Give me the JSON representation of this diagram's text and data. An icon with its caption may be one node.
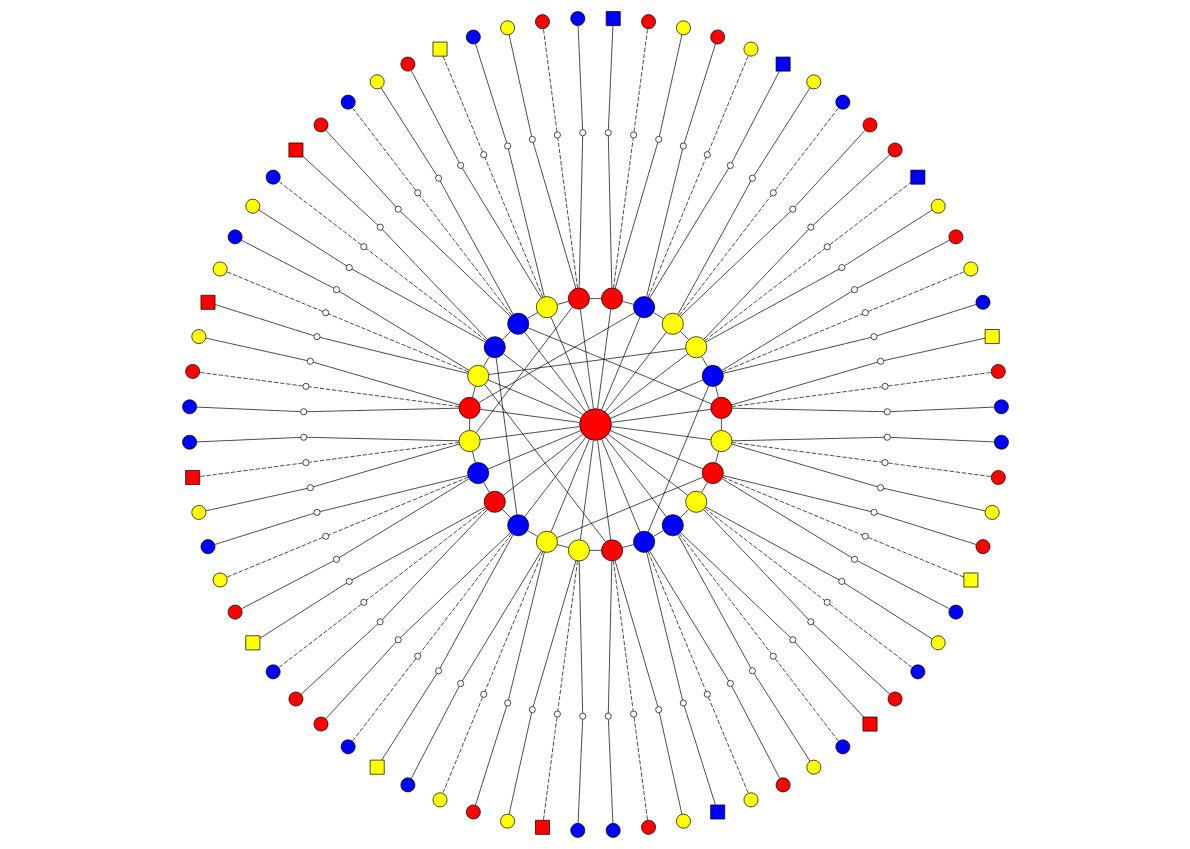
{
  "diagram": {
    "nodes": [
      {
        "text": [],
        "shape": "circle"
      },
      {
        "text": [],
        "shape": "circle"
      },
      {
        "text": [],
        "shape": "circle"
      },
      {
        "text": [],
        "shape": "circle"
      },
      {
        "text": [],
        "shape": "circle"
      },
      {
        "text": [],
        "shape": "circle"
      },
      {
        "text": [],
        "shape": "circle"
      },
      {
        "text": [],
        "shape": "circle"
      },
      {
        "text": [],
        "shape": "circle"
      },
      {
        "text": [],
        "shape": "circle"
      },
      {
        "text": [],
        "shape": "circle"
      },
      {
        "text": [],
        "shape": "circle"
      },
      {
        "text": [],
        "shape": "circle"
      },
      {
        "text": [],
        "shape": "circle"
      },
      {
        "text": [],
        "shape": "circle"
      },
      {
        "text": [],
        "shape": "circle"
      },
      {
        "text": [],
        "shape": "circle"
      },
      {
        "text": [],
        "shape": "circle"
      },
      {
        "text": [],
        "shape": "circle"
      },
      {
        "text": [],
        "shape": "circle"
      },
      {
        "text": [],
        "shape": "circle"
      },
      {
        "text": [],
        "shape": "circle"
      },
      {
        "text": [],
        "shape": "circle"
      },
      {
        "text": [],
        "shape": "circle"
      },
      {
        "text": [],
        "shape": "circle"
      },
      {
        "text": [],
        "shape": "circle"
      },
      {
        "text": [],
        "shape": "circle"
      },
      {
        "text": [],
        "shape": "circle"
      },
      {
        "text": [],
        "shape": "circle"
      },
      {
        "text": [],
        "shape": "circle"
      },
      {
        "text": [],
        "shape": "box"
      },
      {
        "text": [],
        "shape": "circle"
      },
      {
        "text": [],
        "shape": "circle"
      },
      {
        "text": [],
        "shape": "circle"
      },
      {
        "text": [],
        "shape": "circle"
      },
      {
        "text": [],
        "shape": "circle"
      },
      {
        "text": [],
        "shape": "circle"
      },
      {
        "text": [],
        "shape": "circle"
      },
      {
        "text": [],
        "shape": "circle"
      },
      {
        "text": [],
        "shape": "circle"
      },
      {
        "text": [],
        "shape": "box"
      },
      {
        "text": [],
        "shape": "circle"
      },
      {
        "text": [],
        "shape": "circle"
      },
      {
        "text": [],
        "shape": "circle"
      },
      {
        "text": [],
        "shape": "circle"
      },
      {
        "text": [],
        "shape": "circle"
      },
      {
        "text": [],
        "shape": "circle"
      },
      {
        "text": [],
        "shape": "circle"
      },
      {
        "text": [],
        "shape": "circle"
      },
      {
        "text": [],
        "shape": "circle"
      },
      {
        "text": [],
        "shape": "box"
      },
      {
        "text": [],
        "shape": "circle"
      },
      {
        "text": [],
        "shape": "circle"
      },
      {
        "text": [],
        "shape": "circle"
      },
      {
        "text": [],
        "shape": "circle"
      },
      {
        "text": [],
        "shape": "circle"
      },
      {
        "text": [],
        "shape": "circle"
      },
      {
        "text": [],
        "shape": "circle"
      },
      {
        "text": [],
        "shape": "circle"
      },
      {
        "text": [],
        "shape": "circle"
      },
      {
        "text": [],
        "shape": "box"
      },
      {
        "text": [],
        "shape": "circle"
      },
      {
        "text": [],
        "shape": "circle"
      },
      {
        "text": [],
        "shape": "circle"
      },
      {
        "text": [],
        "shape": "circle"
      },
      {
        "text": [],
        "shape": "circle"
      },
      {
        "text": [],
        "shape": "circle"
      },
      {
        "text": [],
        "shape": "circle"
      },
      {
        "text": [],
        "shape": "circle"
      },
      {
        "text": [],
        "shape": "circle"
      },
      {
        "text": [],
        "shape": "box"
      },
      {
        "text": [],
        "shape": "circle"
      },
      {
        "text": [],
        "shape": "circle"
      },
      {
        "text": [],
        "shape": "circle"
      },
      {
        "text": [],
        "shape": "circle"
      },
      {
        "text": [],
        "shape": "circle"
      },
      {
        "text": [],
        "shape": "circle"
      },
      {
        "text": [],
        "shape": "circle"
      },
      {
        "text": [],
        "shape": "circle"
      },
      {
        "text": [],
        "shape": "circle"
      },
      {
        "text": [],
        "shape": "box"
      },
      {
        "text": [],
        "shape": "circle"
      },
      {
        "text": [],
        "shape": "circle"
      },
      {
        "text": [],
        "shape": "circle"
      },
      {
        "text": [],
        "shape": "circle"
      },
      {
        "text": [],
        "shape": "circle"
      },
      {
        "text": [],
        "shape": "circle"
      },
      {
        "text": [],
        "shape": "circle"
      },
      {
        "text": [],
        "shape": "circle"
      },
      {
        "text": [],
        "shape": "circle"
      },
      {
        "text": [],
        "shape": "box"
      },
      {
        "text": [],
        "shape": "circle"
      },
      {
        "text": [],
        "shape": "circle"
      },
      {
        "text": [],
        "shape": "circle"
      },
      {
        "text": [],
        "shape": "circle"
      },
      {
        "text": [],
        "shape": "circle"
      },
      {
        "text": [],
        "shape": "circle"
      },
      {
        "text": [],
        "shape": "circle"
      },
      {
        "text": [],
        "shape": "circle"
      },
      {
        "text": [],
        "shape": "circle"
      },
      {
        "text": [],
        "shape": "box"
      },
      {
        "text": [],
        "shape": "circle"
      },
      {
        "text": [],
        "shape": "circle"
      },
      {
        "text": [],
        "shape": "circle"
      },
      {
        "text": [],
        "shape": "circle"
      },
      {
        "text": [],
        "shape": "circle"
      },
      {
        "text": [],
        "shape": "circle"
      },
      {
        "text": [],
        "shape": "circle"
      },
      {
        "text": [],
        "shape": "circle"
      },
      {
        "text": [],
        "shape": "circle"
      },
      {
        "text": [],
        "shape": "box"
      },
      {
        "text": [],
        "shape": "circle"
      },
      {
        "text": [],
        "shape": "circle"
      },
      {
        "text": [],
        "shape": "circle"
      },
      {
        "text": [],
        "shape": "circle"
      },
      {
        "text": [],
        "shape": "circle"
      },
      {
        "text": [],
        "shape": "circle"
      },
      {
        "text": [],
        "shape": "circle"
      },
      {
        "text": [],
        "shape": "circle"
      },
      {
        "text": [],
        "shape": "circle"
      },
      {
        "text": [],
        "shape": "box"
      },
      {
        "text": [],
        "shape": "circle"
      },
      {
        "text": [],
        "shape": "circle"
      },
      {
        "text": [],
        "shape": "circle"
      },
      {
        "text": [],
        "shape": "circle"
      },
      {
        "text": [],
        "shape": "circle"
      },
      {
        "text": [],
        "shape": "circle"
      },
      {
        "text": [],
        "shape": "circle"
      },
      {
        "text": [],
        "shape": "circle"
      },
      {
        "text": [],
        "shape": "circle"
      },
      {
        "text": [],
        "shape": "box"
      },
      {
        "text": [],
        "shape": "circle"
      },
      {
        "text": [],
        "shape": "circle"
      },
      {
        "text": [],
        "shape": "circle"
      },
      {
        "text": [],
        "shape": "circle"
      },
      {
        "text": [],
        "shape": "circle"
      },
      {
        "text": [],
        "shape": "circle"
      },
      {
        "text": [],
        "shape": "circle"
      },
      {
        "text": [],
        "shape": "circle"
      },
      {
        "text": [],
        "shape": "circle"
      },
      {
        "text": [],
        "shape": "box"
      },
      {
        "text": [],
        "shape": "circle"
      },
      {
        "text": [],
        "shape": "circle"
      },
      {
        "text": [],
        "shape": "circle"
      },
      {
        "text": [],
        "shape": "circle"
      },
      {
        "text": [],
        "shape": "circle"
      },
      {
        "text": [],
        "shape": "circle"
      },
      {
        "text": [],
        "shape": "circle"
      },
      {
        "text": [],
        "shape": "circle"
      },
      {
        "text": [],
        "shape": "circle"
      },
      {
        "text": [],
        "shape": "box"
      },
      {
        "text": [],
        "shape": "circle"
      },
      {
        "text": [],
        "shape": "circle"
      },
      {
        "text": [],
        "shape": "circle"
      },
      {
        "text": [],
        "shape": "circle"
      },
      {
        "text": [],
        "shape": "circle"
      },
      {
        "text": [],
        "shape": "circle"
      },
      {
        "text": [],
        "shape": "circle"
      },
      {
        "text": [],
        "shape": "circle"
      },
      {
        "text": [],
        "shape": "circle"
      },
      {
        "text": [],
        "shape": "box"
      },
      {
        "text": [],
        "shape": "circle"
      },
      {
        "text": [],
        "shape": "circle"
      },
      {
        "text": [],
        "shape": "circle"
      },
      {
        "text": [],
        "shape": "circle"
      },
      {
        "text": [],
        "shape": "circle"
      },
      {
        "text": [],
        "shape": "circle"
      },
      {
        "text": [],
        "shape": "circle"
      },
      {
        "text": [],
        "shape": "circle"
      }
    ],
    "edges": [
      {
        "from": 0,
        "to": 1,
        "arrow": "none"
      },
      {
        "from": 0,
        "to": 2,
        "arrow": "none"
      },
      {
        "from": 0,
        "to": 3,
        "arrow": "none"
      },
      {
        "from": 0,
        "to": 4,
        "arrow": "none"
      },
      {
        "from": 0,
        "to": 5,
        "arrow": "none"
      },
      {
        "from": 0,
        "to": 6,
        "arrow": "none"
      },
      {
        "from": 0,
        "to": 7,
        "arrow": "none"
      },
      {
        "from": 0,
        "to": 8,
        "arrow": "none"
      },
      {
        "from": 0,
        "to": 9,
        "arrow": "none"
      },
      {
        "from": 0,
        "to": 10,
        "arrow": "none"
      },
      {
        "from": 0,
        "to": 11,
        "arrow": "none"
      },
      {
        "from": 0,
        "to": 12,
        "arrow": "none"
      },
      {
        "from": 0,
        "to": 13,
        "arrow": "none"
      },
      {
        "from": 0,
        "to": 14,
        "arrow": "none"
      },
      {
        "from": 0,
        "to": 15,
        "arrow": "none"
      },
      {
        "from": 0,
        "to": 16,
        "arrow": "none"
      },
      {
        "from": 0,
        "to": 17,
        "arrow": "none"
      },
      {
        "from": 0,
        "to": 18,
        "arrow": "none"
      },
      {
        "from": 0,
        "to": 19,
        "arrow": "none"
      },
      {
        "from": 0,
        "to": 20,
        "arrow": "none"
      },
      {
        "from": 0,
        "to": 21,
        "arrow": "none"
      },
      {
        "from": 0,
        "to": 22,
        "arrow": "none"
      },
      {
        "from": 0,
        "to": 23,
        "arrow": "none"
      },
      {
        "from": 0,
        "to": 24,
        "arrow": "none"
      },
      {
        "from": 1,
        "to": 2,
        "arrow": "none"
      },
      {
        "from": 2,
        "to": 3,
        "arrow": "none"
      },
      {
        "from": 3,
        "to": 4,
        "arrow": "none"
      },
      {
        "from": 4,
        "to": 5,
        "arrow": "none"
      },
      {
        "from": 5,
        "to": 6,
        "arrow": "none"
      },
      {
        "from": 6,
        "to": 7,
        "arrow": "none"
      },
      {
        "from": 7,
        "to": 8,
        "arrow": "none"
      },
      {
        "from": 8,
        "to": 9,
        "arrow": "none"
      },
      {
        "from": 9,
        "to": 10,
        "arrow": "none"
      },
      {
        "from": 10,
        "to": 11,
        "arrow": "none"
      },
      {
        "from": 11,
        "to": 12,
        "arrow": "none"
      },
      {
        "from": 12,
        "to": 13,
        "arrow": "none"
      },
      {
        "from": 13,
        "to": 14,
        "arrow": "none"
      },
      {
        "from": 14,
        "to": 15,
        "arrow": "none"
      },
      {
        "from": 15,
        "to": 16,
        "arrow": "none"
      },
      {
        "from": 16,
        "to": 17,
        "arrow": "none"
      },
      {
        "from": 17,
        "to": 18,
        "arrow": "none"
      },
      {
        "from": 18,
        "to": 19,
        "arrow": "none"
      },
      {
        "from": 19,
        "to": 20,
        "arrow": "none"
      },
      {
        "from": 20,
        "to": 21,
        "arrow": "none"
      },
      {
        "from": 21,
        "to": 22,
        "arrow": "none"
      },
      {
        "from": 22,
        "to": 23,
        "arrow": "none"
      },
      {
        "from": 23,
        "to": 24,
        "arrow": "none"
      },
      {
        "from": 24,
        "to": 1,
        "arrow": "none"
      },
      {
        "from": 1,
        "to": 9,
        "arrow": "none"
      },
      {
        "from": 3,
        "to": 11,
        "arrow": "none"
      },
      {
        "from": 5,
        "to": 12,
        "arrow": "none"
      },
      {
        "from": 7,
        "to": 13,
        "arrow": "none"
      },
      {
        "from": 11,
        "to": 19,
        "arrow": "none"
      },
      {
        "from": 17,
        "to": 23,
        "arrow": "none"
      },
      {
        "from": 2,
        "to": 20,
        "arrow": "none"
      },
      {
        "from": 10,
        "to": 16,
        "arrow": "none"
      },
      {
        "from": 1,
        "to": 25,
        "arrow": "none"
      },
      {
        "from": 25,
        "to": 26,
        "arrow": "none"
      },
      {
        "from": 1,
        "to": 27,
        "arrow": "none",
        "style": "dashed"
      },
      {
        "from": 27,
        "to": 28,
        "arrow": "none",
        "style": "dashed"
      },
      {
        "from": 1,
        "to": 29,
        "arrow": "none"
      },
      {
        "from": 29,
        "to": 30,
        "arrow": "none"
      },
      {
        "from": 2,
        "to": 31,
        "arrow": "none"
      },
      {
        "from": 31,
        "to": 32,
        "arrow": "none"
      },
      {
        "from": 2,
        "to": 33,
        "arrow": "none",
        "style": "dashed"
      },
      {
        "from": 33,
        "to": 34,
        "arrow": "none",
        "style": "dashed"
      },
      {
        "from": 2,
        "to": 35,
        "arrow": "none"
      },
      {
        "from": 35,
        "to": 36,
        "arrow": "none"
      },
      {
        "from": 3,
        "to": 37,
        "arrow": "none"
      },
      {
        "from": 37,
        "to": 38,
        "arrow": "none"
      },
      {
        "from": 3,
        "to": 39,
        "arrow": "none",
        "style": "dashed"
      },
      {
        "from": 39,
        "to": 40,
        "arrow": "none",
        "style": "dashed"
      },
      {
        "from": 3,
        "to": 41,
        "arrow": "none"
      },
      {
        "from": 41,
        "to": 42,
        "arrow": "none"
      },
      {
        "from": 4,
        "to": 43,
        "arrow": "none"
      },
      {
        "from": 43,
        "to": 44,
        "arrow": "none"
      },
      {
        "from": 4,
        "to": 45,
        "arrow": "none",
        "style": "dashed"
      },
      {
        "from": 45,
        "to": 46,
        "arrow": "none",
        "style": "dashed"
      },
      {
        "from": 4,
        "to": 47,
        "arrow": "none"
      },
      {
        "from": 47,
        "to": 48,
        "arrow": "none"
      },
      {
        "from": 5,
        "to": 49,
        "arrow": "none"
      },
      {
        "from": 49,
        "to": 50,
        "arrow": "none"
      },
      {
        "from": 5,
        "to": 51,
        "arrow": "none",
        "style": "dashed"
      },
      {
        "from": 51,
        "to": 52,
        "arrow": "none",
        "style": "dashed"
      },
      {
        "from": 5,
        "to": 53,
        "arrow": "none"
      },
      {
        "from": 53,
        "to": 54,
        "arrow": "none"
      },
      {
        "from": 6,
        "to": 55,
        "arrow": "none"
      },
      {
        "from": 55,
        "to": 56,
        "arrow": "none"
      },
      {
        "from": 6,
        "to": 57,
        "arrow": "none",
        "style": "dashed"
      },
      {
        "from": 57,
        "to": 58,
        "arrow": "none",
        "style": "dashed"
      },
      {
        "from": 6,
        "to": 59,
        "arrow": "none"
      },
      {
        "from": 59,
        "to": 60,
        "arrow": "none"
      },
      {
        "from": 7,
        "to": 61,
        "arrow": "none"
      },
      {
        "from": 61,
        "to": 62,
        "arrow": "none"
      },
      {
        "from": 7,
        "to": 63,
        "arrow": "none",
        "style": "dashed"
      },
      {
        "from": 63,
        "to": 64,
        "arrow": "none",
        "style": "dashed"
      },
      {
        "from": 7,
        "to": 65,
        "arrow": "none"
      },
      {
        "from": 65,
        "to": 66,
        "arrow": "none"
      },
      {
        "from": 8,
        "to": 67,
        "arrow": "none"
      },
      {
        "from": 67,
        "to": 68,
        "arrow": "none"
      },
      {
        "from": 8,
        "to": 69,
        "arrow": "none",
        "style": "dashed"
      },
      {
        "from": 69,
        "to": 70,
        "arrow": "none",
        "style": "dashed"
      },
      {
        "from": 8,
        "to": 71,
        "arrow": "none"
      },
      {
        "from": 71,
        "to": 72,
        "arrow": "none"
      },
      {
        "from": 9,
        "to": 73,
        "arrow": "none"
      },
      {
        "from": 73,
        "to": 74,
        "arrow": "none"
      },
      {
        "from": 9,
        "to": 75,
        "arrow": "none",
        "style": "dashed"
      },
      {
        "from": 75,
        "to": 76,
        "arrow": "none",
        "style": "dashed"
      },
      {
        "from": 9,
        "to": 77,
        "arrow": "none"
      },
      {
        "from": 77,
        "to": 78,
        "arrow": "none"
      },
      {
        "from": 10,
        "to": 79,
        "arrow": "none"
      },
      {
        "from": 79,
        "to": 80,
        "arrow": "none"
      },
      {
        "from": 10,
        "to": 81,
        "arrow": "none",
        "style": "dashed"
      },
      {
        "from": 81,
        "to": 82,
        "arrow": "none",
        "style": "dashed"
      },
      {
        "from": 10,
        "to": 83,
        "arrow": "none"
      },
      {
        "from": 83,
        "to": 84,
        "arrow": "none"
      },
      {
        "from": 11,
        "to": 85,
        "arrow": "none"
      },
      {
        "from": 85,
        "to": 86,
        "arrow": "none"
      },
      {
        "from": 11,
        "to": 87,
        "arrow": "none",
        "style": "dashed"
      },
      {
        "from": 87,
        "to": 88,
        "arrow": "none",
        "style": "dashed"
      },
      {
        "from": 11,
        "to": 89,
        "arrow": "none"
      },
      {
        "from": 89,
        "to": 90,
        "arrow": "none"
      },
      {
        "from": 12,
        "to": 91,
        "arrow": "none"
      },
      {
        "from": 91,
        "to": 92,
        "arrow": "none"
      },
      {
        "from": 12,
        "to": 93,
        "arrow": "none",
        "style": "dashed"
      },
      {
        "from": 93,
        "to": 94,
        "arrow": "none",
        "style": "dashed"
      },
      {
        "from": 12,
        "to": 95,
        "arrow": "none"
      },
      {
        "from": 95,
        "to": 96,
        "arrow": "none"
      },
      {
        "from": 13,
        "to": 97,
        "arrow": "none"
      },
      {
        "from": 97,
        "to": 98,
        "arrow": "none"
      },
      {
        "from": 13,
        "to": 99,
        "arrow": "none",
        "style": "dashed"
      },
      {
        "from": 99,
        "to": 100,
        "arrow": "none",
        "style": "dashed"
      },
      {
        "from": 13,
        "to": 101,
        "arrow": "none"
      },
      {
        "from": 101,
        "to": 102,
        "arrow": "none"
      },
      {
        "from": 14,
        "to": 103,
        "arrow": "none"
      },
      {
        "from": 103,
        "to": 104,
        "arrow": "none"
      },
      {
        "from": 14,
        "to": 105,
        "arrow": "none",
        "style": "dashed"
      },
      {
        "from": 105,
        "to": 106,
        "arrow": "none",
        "style": "dashed"
      },
      {
        "from": 14,
        "to": 107,
        "arrow": "none"
      },
      {
        "from": 107,
        "to": 108,
        "arrow": "none"
      },
      {
        "from": 15,
        "to": 109,
        "arrow": "none"
      },
      {
        "from": 109,
        "to": 110,
        "arrow": "none"
      },
      {
        "from": 15,
        "to": 111,
        "arrow": "none",
        "style": "dashed"
      },
      {
        "from": 111,
        "to": 112,
        "arrow": "none",
        "style": "dashed"
      },
      {
        "from": 15,
        "to": 113,
        "arrow": "none"
      },
      {
        "from": 113,
        "to": 114,
        "arrow": "none"
      },
      {
        "from": 16,
        "to": 115,
        "arrow": "none"
      },
      {
        "from": 115,
        "to": 116,
        "arrow": "none"
      },
      {
        "from": 16,
        "to": 117,
        "arrow": "none",
        "style": "dashed"
      },
      {
        "from": 117,
        "to": 118,
        "arrow": "none",
        "style": "dashed"
      },
      {
        "from": 16,
        "to": 119,
        "arrow": "none"
      },
      {
        "from": 119,
        "to": 120,
        "arrow": "none"
      },
      {
        "from": 17,
        "to": 121,
        "arrow": "none"
      },
      {
        "from": 121,
        "to": 122,
        "arrow": "none"
      },
      {
        "from": 17,
        "to": 123,
        "arrow": "none",
        "style": "dashed"
      },
      {
        "from": 123,
        "to": 124,
        "arrow": "none",
        "style": "dashed"
      },
      {
        "from": 17,
        "to": 125,
        "arrow": "none"
      },
      {
        "from": 125,
        "to": 126,
        "arrow": "none"
      },
      {
        "from": 18,
        "to": 127,
        "arrow": "none"
      },
      {
        "from": 127,
        "to": 128,
        "arrow": "none"
      },
      {
        "from": 18,
        "to": 129,
        "arrow": "none",
        "style": "dashed"
      },
      {
        "from": 129,
        "to": 130,
        "arrow": "none",
        "style": "dashed"
      },
      {
        "from": 18,
        "to": 131,
        "arrow": "none"
      },
      {
        "from": 131,
        "to": 132,
        "arrow": "none"
      },
      {
        "from": 19,
        "to": 133,
        "arrow": "none"
      },
      {
        "from": 133,
        "to": 134,
        "arrow": "none"
      },
      {
        "from": 19,
        "to": 135,
        "arrow": "none",
        "style": "dashed"
      },
      {
        "from": 135,
        "to": 136,
        "arrow": "none",
        "style": "dashed"
      },
      {
        "from": 19,
        "to": 137,
        "arrow": "none"
      },
      {
        "from": 137,
        "to": 138,
        "arrow": "none"
      },
      {
        "from": 20,
        "to": 139,
        "arrow": "none"
      },
      {
        "from": 139,
        "to": 140,
        "arrow": "none"
      },
      {
        "from": 20,
        "to": 141,
        "arrow": "none",
        "style": "dashed"
      },
      {
        "from": 141,
        "to": 142,
        "arrow": "none",
        "style": "dashed"
      },
      {
        "from": 20,
        "to": 143,
        "arrow": "none"
      },
      {
        "from": 143,
        "to": 144,
        "arrow": "none"
      },
      {
        "from": 21,
        "to": 145,
        "arrow": "none"
      },
      {
        "from": 145,
        "to": 146,
        "arrow": "none"
      },
      {
        "from": 21,
        "to": 147,
        "arrow": "none",
        "style": "dashed"
      },
      {
        "from": 147,
        "to": 148,
        "arrow": "none",
        "style": "dashed"
      },
      {
        "from": 21,
        "to": 149,
        "arrow": "none"
      },
      {
        "from": 149,
        "to": 150,
        "arrow": "none"
      },
      {
        "from": 22,
        "to": 151,
        "arrow": "none"
      },
      {
        "from": 151,
        "to": 152,
        "arrow": "none"
      },
      {
        "from": 22,
        "to": 153,
        "arrow": "none",
        "style": "dashed"
      },
      {
        "from": 153,
        "to": 154,
        "arrow": "none",
        "style": "dashed"
      },
      {
        "from": 22,
        "to": 155,
        "arrow": "none"
      },
      {
        "from": 155,
        "to": 156,
        "arrow": "none"
      },
      {
        "from": 23,
        "to": 157,
        "arrow": "none"
      },
      {
        "from": 157,
        "to": 158,
        "arrow": "none"
      },
      {
        "from": 23,
        "to": 159,
        "arrow": "none",
        "style": "dashed"
      },
      {
        "from": 159,
        "to": 160,
        "arrow": "none",
        "style": "dashed"
      },
      {
        "from": 23,
        "to": 161,
        "arrow": "none"
      },
      {
        "from": 161,
        "to": 162,
        "arrow": "none"
      },
      {
        "from": 24,
        "to": 163,
        "arrow": "none"
      },
      {
        "from": 163,
        "to": 164,
        "arrow": "none"
      },
      {
        "from": 24,
        "to": 165,
        "arrow": "none",
        "style": "dashed"
      },
      {
        "from": 165,
        "to": 166,
        "arrow": "none",
        "style": "dashed"
      },
      {
        "from": 24,
        "to": 167,
        "arrow": "none"
      },
      {
        "from": 167,
        "to": 168,
        "arrow": "none"
      }
    ]
  }
}
